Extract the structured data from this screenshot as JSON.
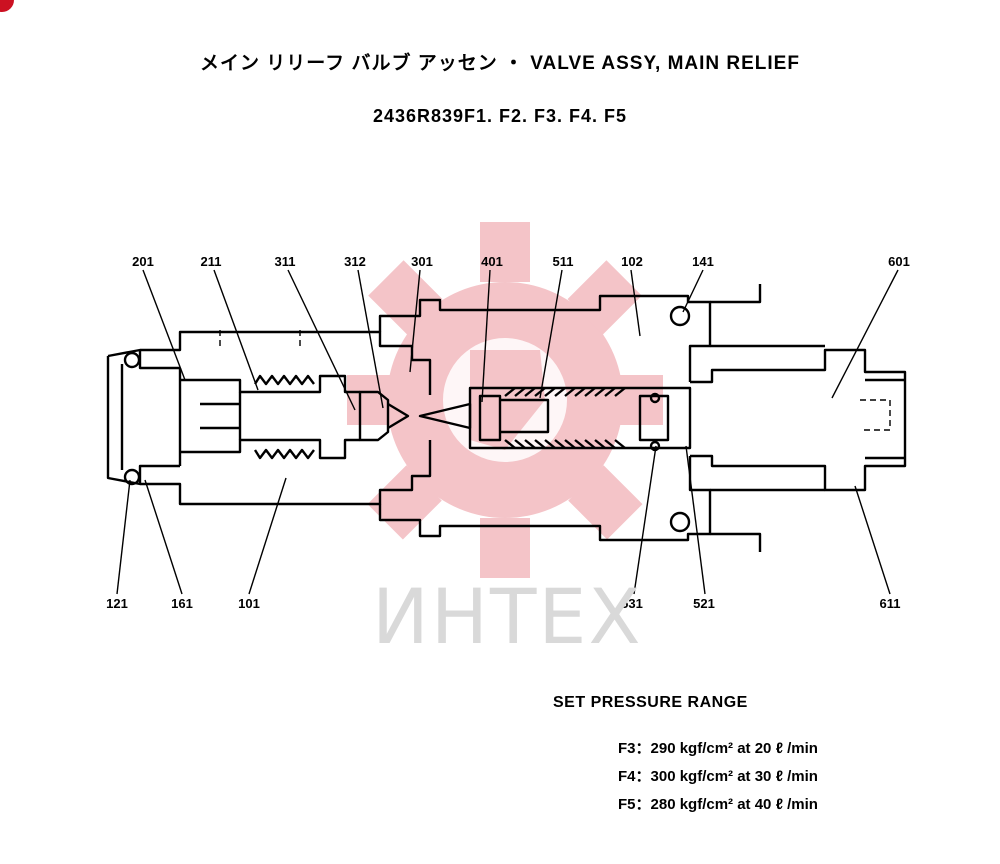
{
  "header": {
    "title": "メイン リリーフ バルブ アッセン ・ VALVE ASSY, MAIN RELIEF",
    "part_numbers": "2436R839F1. F2. F3. F4. F5"
  },
  "callouts_top": [
    "201",
    "211",
    "311",
    "312",
    "301",
    "401",
    "511",
    "102",
    "141",
    "601"
  ],
  "callouts_bottom": [
    "121",
    "161",
    "101",
    "531",
    "521",
    "611"
  ],
  "watermark": {
    "text": "ИHTEX",
    "gear_color": "#f4c4c8",
    "text_color": "#d9d9d9"
  },
  "pressure": {
    "heading": "SET PRESSURE RANGE",
    "rows": [
      "F3：290 kgf/cm² at 20 ℓ /min",
      "F4：300 kgf/cm² at 30 ℓ /min",
      "F5：280 kgf/cm² at 40 ℓ /min"
    ]
  }
}
